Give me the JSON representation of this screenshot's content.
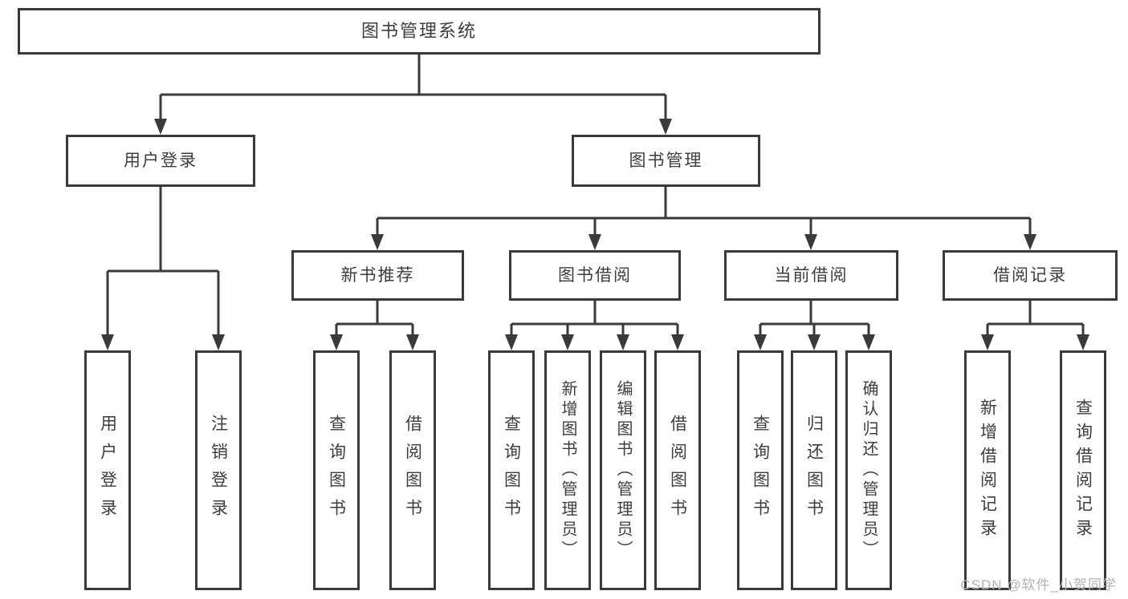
{
  "tree": {
    "root": "图书管理系统",
    "branches": [
      {
        "label": "用户登录",
        "children": [
          "用户登录",
          "注销登录"
        ]
      },
      {
        "label": "图书管理",
        "children": [
          {
            "label": "新书推荐",
            "children": [
              "查询图书",
              "借阅图书"
            ]
          },
          {
            "label": "图书借阅",
            "children": [
              "查询图书",
              "新增图书（管理员）",
              "编辑图书（管理员）",
              "借阅图书"
            ]
          },
          {
            "label": "当前借阅",
            "children": [
              "查询图书",
              "归还图书",
              "确认归还（管理员）"
            ]
          },
          {
            "label": "借阅记录",
            "children": [
              "新增借阅记录",
              "查询借阅记录"
            ]
          }
        ]
      }
    ]
  },
  "colors": {
    "line": "#3a3a3a",
    "text": "#3d3d3d",
    "watermark": "#b2b2b2",
    "background": "#ffffff"
  },
  "watermark": "CSDN @软件_小贺同学"
}
